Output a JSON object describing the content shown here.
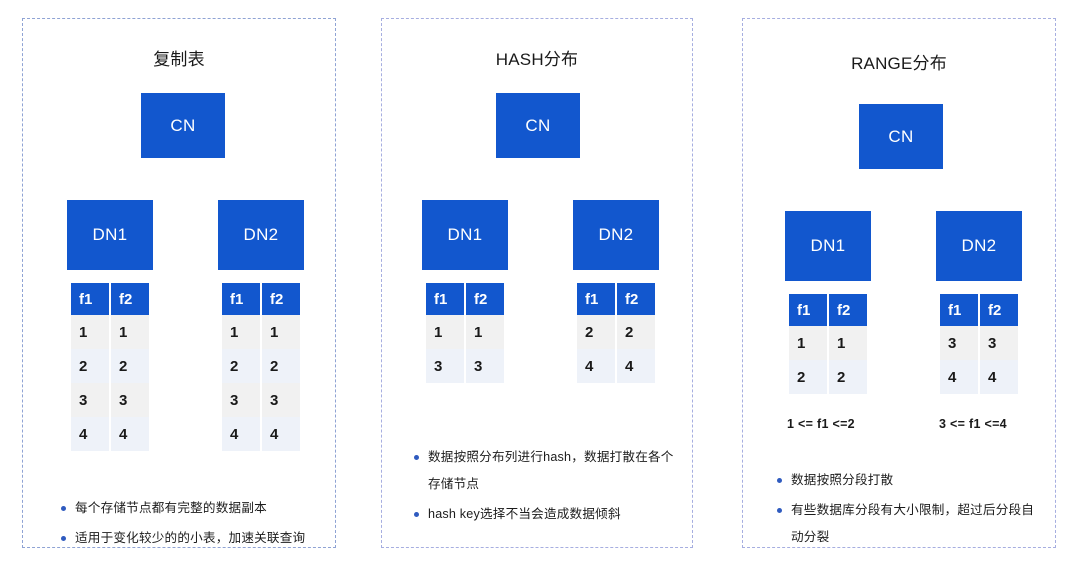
{
  "colors": {
    "brand_blue": "#1257ce",
    "bullet_blue": "#2f5bbf",
    "row_gray": "#f1f1f1",
    "row_blue": "#eef2f9",
    "panel_border": "#8fa3d4"
  },
  "panels": [
    {
      "id": "replicated-table",
      "title": "复制表",
      "cn": {
        "label": "CN"
      },
      "nodes": [
        {
          "label": "DN1",
          "table": {
            "columns": [
              "f1",
              "f2"
            ],
            "rows": [
              [
                "1",
                "1"
              ],
              [
                "2",
                "2"
              ],
              [
                "3",
                "3"
              ],
              [
                "4",
                "4"
              ]
            ]
          }
        },
        {
          "label": "DN2",
          "table": {
            "columns": [
              "f1",
              "f2"
            ],
            "rows": [
              [
                "1",
                "1"
              ],
              [
                "2",
                "2"
              ],
              [
                "3",
                "3"
              ],
              [
                "4",
                "4"
              ]
            ]
          }
        }
      ],
      "bullets": [
        "每个存储节点都有完整的数据副本",
        "适用于变化较少的的小表，加速关联查询"
      ]
    },
    {
      "id": "hash-distribution",
      "title": "HASH分布",
      "cn": {
        "label": "CN"
      },
      "nodes": [
        {
          "label": "DN1",
          "table": {
            "columns": [
              "f1",
              "f2"
            ],
            "rows": [
              [
                "1",
                "1"
              ],
              [
                "3",
                "3"
              ]
            ]
          }
        },
        {
          "label": "DN2",
          "table": {
            "columns": [
              "f1",
              "f2"
            ],
            "rows": [
              [
                "2",
                "2"
              ],
              [
                "4",
                "4"
              ]
            ]
          }
        }
      ],
      "bullets": [
        "数据按照分布列进行hash，数据打散在各个存储节点",
        "hash key选择不当会造成数据倾斜"
      ]
    },
    {
      "id": "range-distribution",
      "title": "RANGE分布",
      "cn": {
        "label": "CN"
      },
      "nodes": [
        {
          "label": "DN1",
          "caption": "1 <= f1 <=2",
          "table": {
            "columns": [
              "f1",
              "f2"
            ],
            "rows": [
              [
                "1",
                "1"
              ],
              [
                "2",
                "2"
              ]
            ]
          }
        },
        {
          "label": "DN2",
          "caption": "3 <= f1 <=4",
          "table": {
            "columns": [
              "f1",
              "f2"
            ],
            "rows": [
              [
                "3",
                "3"
              ],
              [
                "4",
                "4"
              ]
            ]
          }
        }
      ],
      "bullets": [
        "数据按照分段打散",
        "有些数据库分段有大小限制，超过后分段自动分裂"
      ]
    }
  ]
}
